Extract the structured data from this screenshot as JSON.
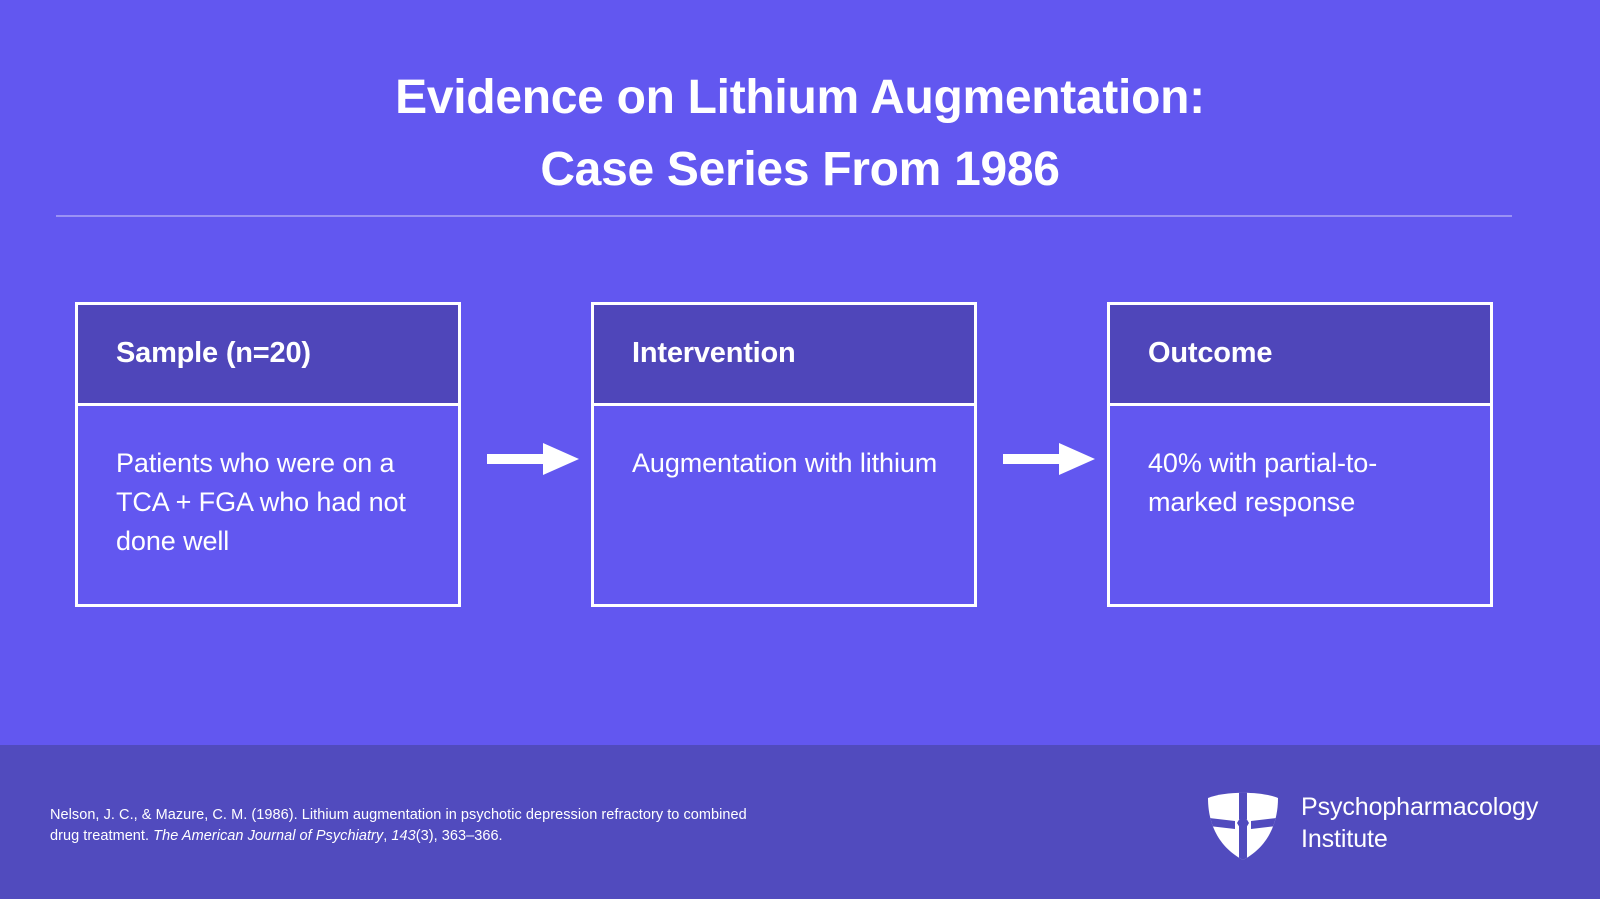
{
  "slide": {
    "title_lines": [
      "Evidence on Lithium Augmentation:",
      "Case Series From 1986"
    ],
    "background_color": "#6257F0",
    "footer_color": "#514BBE",
    "card_header_color": "#4F46BA",
    "border_color": "#FFFFFF",
    "divider_color": "#9A92F5"
  },
  "flow": {
    "cards": [
      {
        "header": "Sample (n=20)",
        "body": "Patients who were on a TCA + FGA who had not done well"
      },
      {
        "header": "Intervention",
        "body": "Augmentation with lithium"
      },
      {
        "header": "Outcome",
        "body": "40% with partial-to-marked response"
      }
    ],
    "connectors": [
      "arrow-right-icon",
      "arrow-right-icon"
    ]
  },
  "footer": {
    "citation": {
      "part1": "Nelson, J. C., & Mazure, C. M. (1986). Lithium augmentation in psychotic depression refractory to combined drug treatment. ",
      "journal": "The American Journal of Psychiatry",
      "part2": ", ",
      "volume": "143",
      "part3": "(3), 363–366."
    },
    "brand": {
      "logo": "shield-icon",
      "name_line1": "Psychopharmacology",
      "name_line2": "Institute"
    }
  }
}
